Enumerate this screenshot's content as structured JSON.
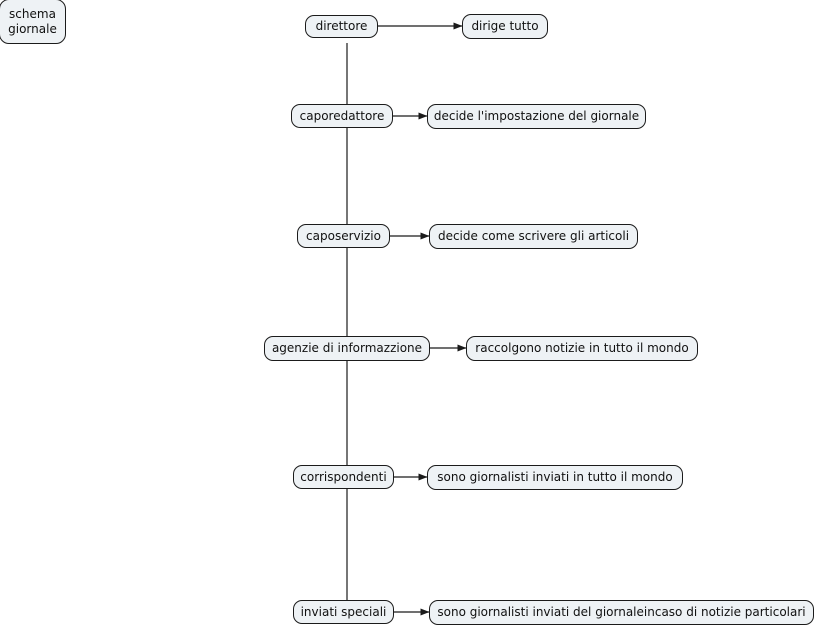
{
  "diagram": {
    "title_box": {
      "line1": "schema",
      "line2": "giornale"
    },
    "rows": [
      {
        "role": "direttore",
        "description": "dirige tutto"
      },
      {
        "role": "caporedattore",
        "description": "decide l'impostazione del giornale"
      },
      {
        "role": "caposervizio",
        "description": "decide come scrivere gli articoli"
      },
      {
        "role": "agenzie di informazzione",
        "description": "raccolgono notizie in tutto il mondo"
      },
      {
        "role": "corrispondenti",
        "description": "sono giornalisti inviati in tutto il mondo"
      },
      {
        "role": "inviati speciali",
        "description": "sono giornalisti inviati del giornaleincaso di notizie particolari"
      }
    ],
    "colors": {
      "node_fill": "#eef2f5",
      "node_stroke": "#1b1b1b",
      "connector": "#1b1b1b",
      "text": "#111111",
      "background": "#ffffff"
    }
  }
}
